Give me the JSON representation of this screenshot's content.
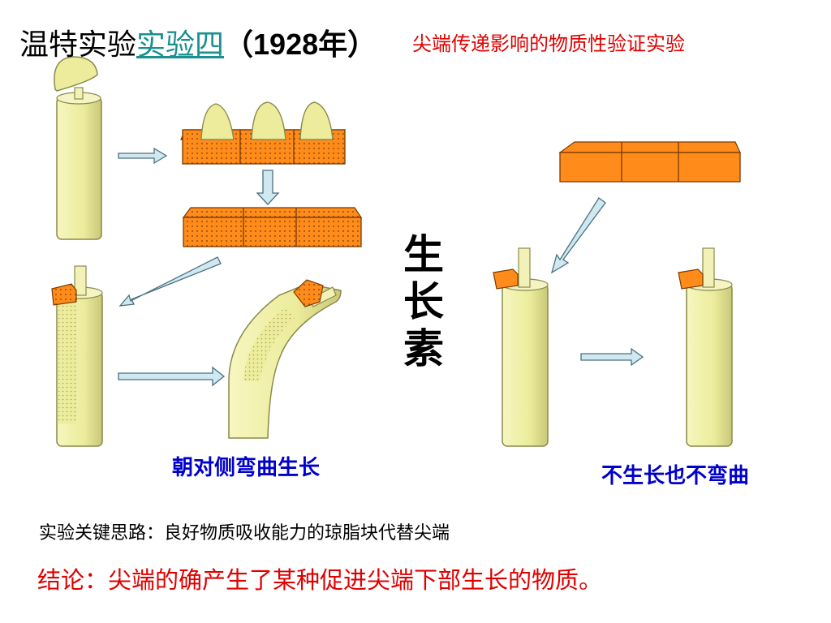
{
  "title": {
    "prefix": "温特实验",
    "link": "实验四",
    "year": "（1928年）"
  },
  "subtitle": "尖端传递影响的物质性验证实验",
  "vertical_label": "生长素",
  "caption_left": "朝对侧弯曲生长",
  "caption_right": "不生长也不弯曲",
  "key_idea": "实验关键思路：良好物质吸收能力的琼脂块代替尖端",
  "conclusion": "结论：尖端的确产生了某种促进尖端下部生长的物质。",
  "colors": {
    "stem": "#ecec9c",
    "stem_stroke": "#8a8a4a",
    "agar": "#ff8c1a",
    "agar_stroke": "#7a3a00",
    "arrow": "#d0e8f0",
    "arrow_stroke": "#4a7080",
    "title_link": "#1a8f8f",
    "subtitle": "#e00000",
    "caption": "#0000cc"
  }
}
